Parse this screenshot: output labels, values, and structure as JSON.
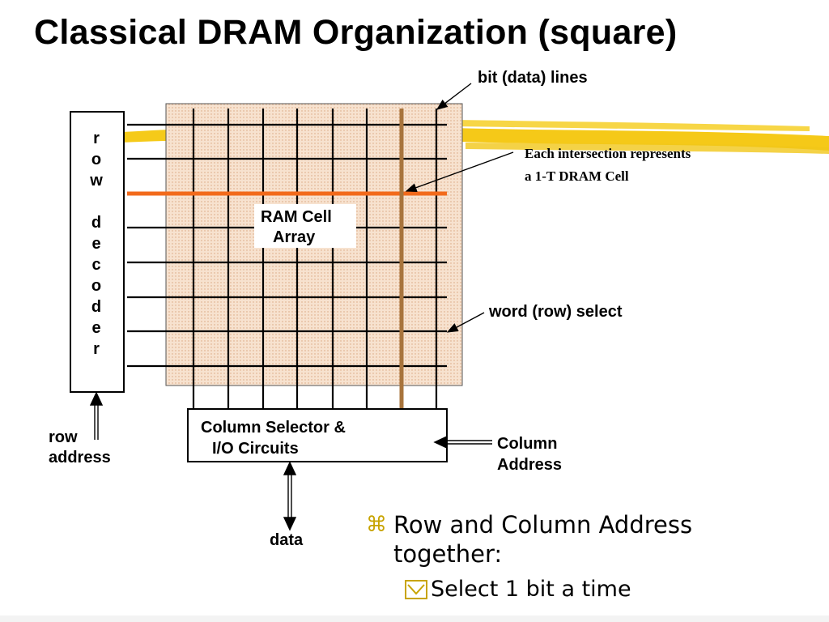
{
  "title": "Classical DRAM Organization (square)",
  "labels": {
    "bit_lines": "bit (data) lines",
    "intersection_line1": "Each intersection represents",
    "intersection_line2": "a 1-T DRAM Cell",
    "array_line1": "RAM Cell",
    "array_line2": "Array",
    "word_select": "word (row) select",
    "row_decoder_letters": [
      "r",
      "o",
      "w",
      "",
      "d",
      "e",
      "c",
      "o",
      "d",
      "e",
      "r"
    ],
    "column_box_line1": "Column Selector &",
    "column_box_line2": "I/O Circuits",
    "column_address_line1": "Column",
    "column_address_line2": "Address",
    "row_address_line1": "row",
    "row_address_line2": "address",
    "data": "data"
  },
  "bullets": {
    "level1": "Row and Column Address together:",
    "level2": "Select 1 bit a time"
  },
  "colors": {
    "array_fill": "#f7e2cf",
    "selected_word_line": "#f26a1b",
    "selected_bit_line": "#a8743c",
    "highlighter": "#f4c400",
    "bullet_mark": "#c8a400"
  }
}
